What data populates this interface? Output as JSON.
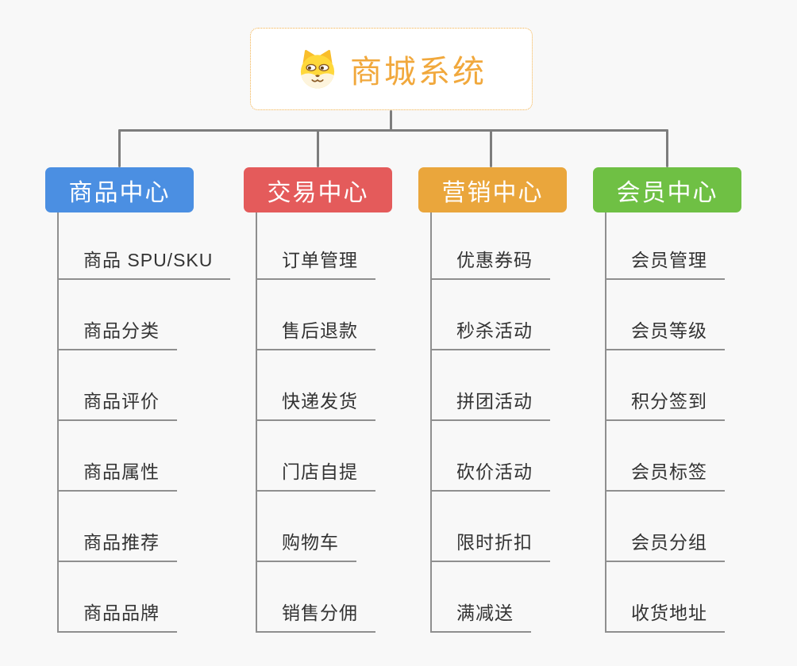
{
  "root": {
    "title": "商城系统",
    "icon": "dog-face-icon"
  },
  "branches": [
    {
      "label": "商品中心",
      "color": "#4b8fe2",
      "items": [
        "商品 SPU/SKU",
        "商品分类",
        "商品评价",
        "商品属性",
        "商品推荐",
        "商品品牌"
      ]
    },
    {
      "label": "交易中心",
      "color": "#e45b5b",
      "items": [
        "订单管理",
        "售后退款",
        "快递发货",
        "门店自提",
        "购物车",
        "销售分佣"
      ]
    },
    {
      "label": "营销中心",
      "color": "#eaa63c",
      "items": [
        "优惠券码",
        "秒杀活动",
        "拼团活动",
        "砍价活动",
        "限时折扣",
        "满减送"
      ]
    },
    {
      "label": "会员中心",
      "color": "#6fc044",
      "items": [
        "会员管理",
        "会员等级",
        "积分签到",
        "会员标签",
        "会员分组",
        "收货地址"
      ]
    }
  ],
  "colors": {
    "background": "#f8f8f8",
    "connector": "#7d7d7d",
    "branch_line": "#8f8f8f",
    "root_border": "#f2b04a",
    "root_title": "#f1a83c",
    "item_text": "#333333"
  }
}
